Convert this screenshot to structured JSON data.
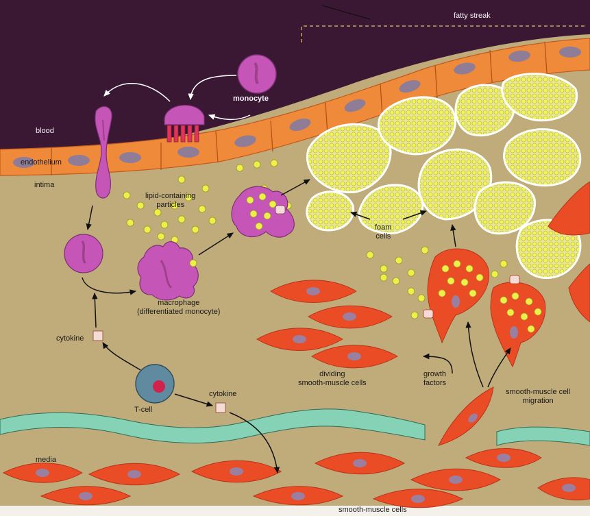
{
  "labels": {
    "fatty_streak": "fatty streak",
    "monocyte": "monocyte",
    "blood": "blood",
    "endothelium": "endothelium",
    "intima": "intima",
    "lipid_particles_line1": "lipid-containing",
    "lipid_particles_line2": "particles",
    "foam_cells_line1": "foam",
    "foam_cells_line2": "cells",
    "macrophage_line1": "macrophage",
    "macrophage_line2": "(differentiated monocyte)",
    "cytokine_left": "cytokine",
    "cytokine_bottom": "cytokine",
    "t_cell": "T-cell",
    "dividing_line1": "dividing",
    "dividing_line2": "smooth-muscle cells",
    "growth_line1": "growth",
    "growth_line2": "factors",
    "migration_line1": "smooth-muscle cell",
    "migration_line2": "migration",
    "media": "media",
    "smooth_muscle_bottom": "smooth-muscle cells"
  },
  "colors": {
    "blood": "#3a1834",
    "intima": "#c0ab7a",
    "endothelial_cell": "#f08a3a",
    "endothelial_nucleus": "#8f7c96",
    "monocyte": "#c556b8",
    "foam_fill": "#e9e88a",
    "lipid_droplet": "#eef04a",
    "smooth_muscle": "#ea4c25",
    "elastic_lamina": "#86d2b6",
    "t_cell": "#5f8a9f",
    "t_cell_nucleus": "#d0224d"
  }
}
